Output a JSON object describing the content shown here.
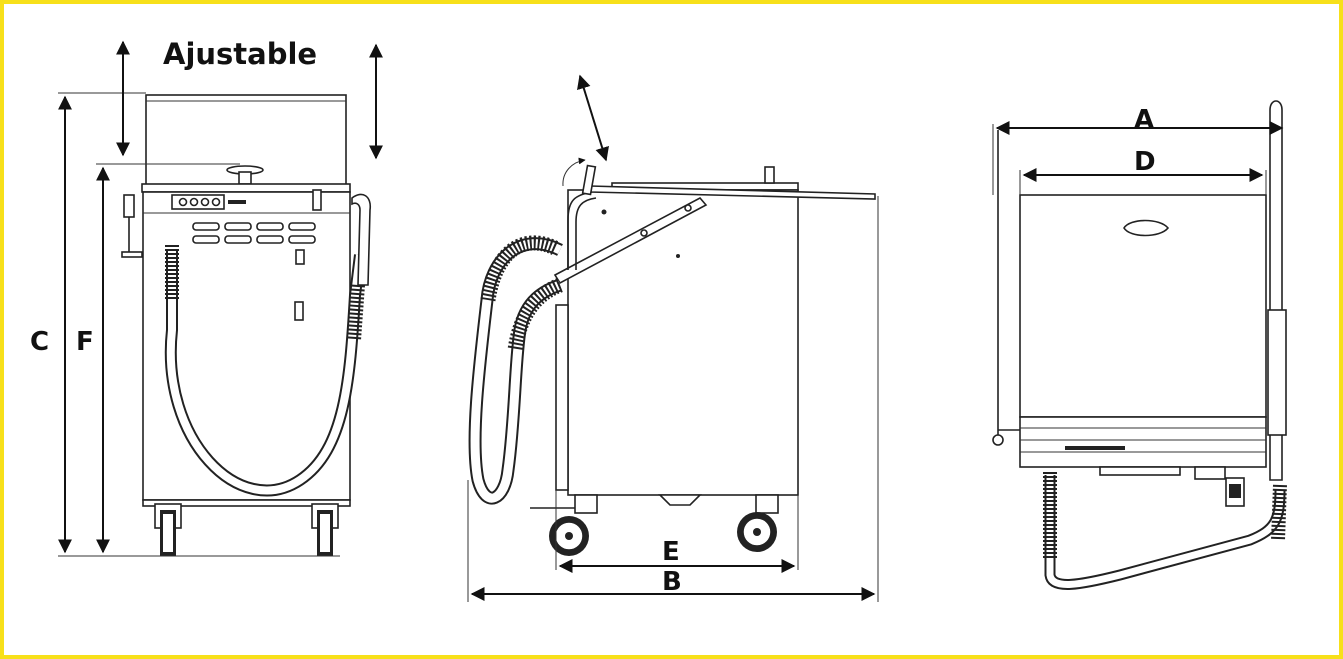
{
  "labels": {
    "adjustable": "Ajustable",
    "dim_c": "C",
    "dim_f": "F",
    "dim_a": "A",
    "dim_d": "D",
    "dim_e": "E",
    "dim_b": "B"
  },
  "colors": {
    "frame_border": "#f7e01a",
    "line": "#222222"
  }
}
